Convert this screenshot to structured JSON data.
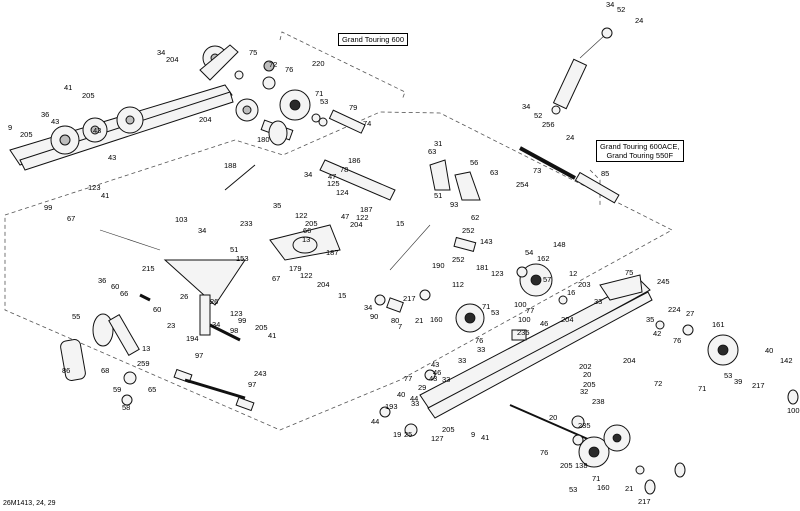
{
  "diagram": {
    "reference": "26M1413, 24, 29",
    "callouts": [
      {
        "id": "gt600",
        "lines": [
          "Grand Touring 600"
        ]
      },
      {
        "id": "gt600ace",
        "lines": [
          "Grand Touring 600ACE,",
          "Grand Touring 550F"
        ]
      }
    ],
    "labels": [
      "34",
      "204",
      "75",
      "72",
      "76",
      "220",
      "41",
      "205",
      "36",
      "43",
      "71",
      "53",
      "79",
      "9",
      "205",
      "43",
      "204",
      "74",
      "43",
      "180",
      "188",
      "34",
      "52",
      "24",
      "34",
      "52",
      "256",
      "24",
      "31",
      "63",
      "56",
      "63",
      "73",
      "85",
      "51",
      "93",
      "62",
      "254",
      "186",
      "34",
      "78",
      "47",
      "125",
      "47",
      "122",
      "124",
      "187",
      "35",
      "122",
      "205",
      "123",
      "41",
      "99",
      "67",
      "103",
      "34",
      "233",
      "66",
      "204",
      "15",
      "13",
      "187",
      "51",
      "153",
      "179",
      "122",
      "204",
      "15",
      "190",
      "252",
      "143",
      "148",
      "54",
      "162",
      "12",
      "181",
      "123",
      "57",
      "16",
      "203",
      "252",
      "75",
      "245",
      "33",
      "215",
      "36",
      "60",
      "66",
      "60",
      "26",
      "26",
      "23",
      "13",
      "34",
      "67",
      "123",
      "99",
      "205",
      "41",
      "98",
      "86",
      "55",
      "194",
      "68",
      "259",
      "59",
      "58",
      "65",
      "97",
      "243",
      "97",
      "217",
      "112",
      "21",
      "71",
      "160",
      "53",
      "100",
      "77",
      "100",
      "46",
      "204",
      "235",
      "76",
      "34",
      "90",
      "80",
      "7",
      "33",
      "43",
      "33",
      "46",
      "43",
      "33",
      "202",
      "204",
      "72",
      "35",
      "224",
      "27",
      "42",
      "76",
      "161",
      "40",
      "142",
      "71",
      "53",
      "39",
      "217",
      "100",
      "77",
      "29",
      "44",
      "40",
      "33",
      "20",
      "205",
      "32",
      "44",
      "193",
      "19",
      "25",
      "127",
      "205",
      "9",
      "41",
      "238",
      "20",
      "235",
      "76",
      "205",
      "138",
      "53",
      "71",
      "160",
      "21",
      "217"
    ]
  }
}
